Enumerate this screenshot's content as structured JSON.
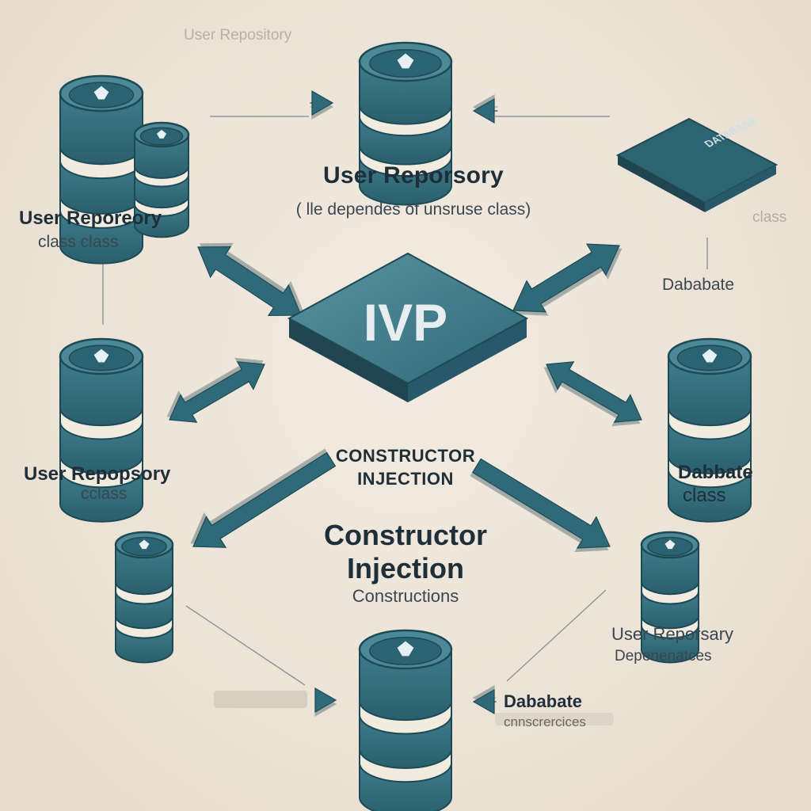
{
  "colors": {
    "teal": "#2f6a78",
    "teal_dark": "#1e4a56",
    "teal_light": "#4d8896",
    "band": "#f1ebe0",
    "background": "#ece2d6",
    "text": "#1f2f3a"
  },
  "center_node": {
    "logo_text": "IVP"
  },
  "chip_node": {
    "text": "DATABASE"
  },
  "labels": {
    "top_faint": "User Repository",
    "top_title": "User Reporsory",
    "top_subtitle": "( lle dependes of unsruse class)",
    "left_top_title": "User Reporeory",
    "left_top_sub": "class    class",
    "right_faint": "class",
    "right_db": "Dababate",
    "mid_left_title": "User Repopsory",
    "mid_left_sub": "cclass",
    "mid_center_1": "CONSTRUCTOR",
    "mid_center_2": "INJECTION",
    "mid_right_title": "Dabbate",
    "mid_right_sub": "class",
    "bottom_center_1": "Constructor",
    "bottom_center_2": "Injection",
    "bottom_center_3": "Constructions",
    "bottom_right_title": "User Reporsary",
    "bottom_right_sub": "Depenenatces",
    "bottom_db": "Dababate",
    "bottom_db_sub": "cnnscrercices"
  }
}
